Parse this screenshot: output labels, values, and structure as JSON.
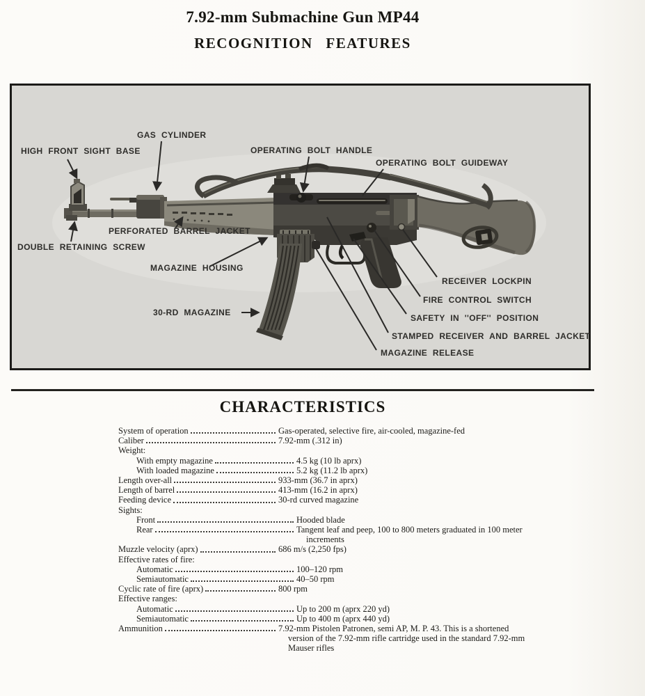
{
  "page": {
    "title": "7.92-mm Submachine Gun MP44",
    "subtitle": "RECOGNITION FEATURES"
  },
  "diagram": {
    "labels": [
      {
        "text": "HIGH FRONT SIGHT BASE"
      },
      {
        "text": "GAS CYLINDER"
      },
      {
        "text": "OPERATING BOLT HANDLE"
      },
      {
        "text": "OPERATING BOLT GUIDEWAY"
      },
      {
        "text": "PERFORATED BARREL JACKET"
      },
      {
        "text": "DOUBLE RETAINING SCREW"
      },
      {
        "text": "MAGAZINE HOUSING"
      },
      {
        "text": "30-RD MAGAZINE"
      },
      {
        "text": "RECEIVER LOCKPIN"
      },
      {
        "text": "FIRE CONTROL SWITCH"
      },
      {
        "text": "SAFETY IN ''OFF'' POSITION"
      },
      {
        "text": "STAMPED RECEIVER AND BARREL JACKET"
      },
      {
        "text": "MAGAZINE RELEASE"
      }
    ]
  },
  "characteristics": {
    "heading": "CHARACTERISTICS",
    "rows": [
      {
        "label": "System of operation",
        "value": "Gas-operated, selective fire, air-cooled, magazine-fed",
        "indent": 0,
        "header": false
      },
      {
        "label": "Caliber",
        "value": "7.92-mm (.312 in)",
        "indent": 0,
        "header": false
      },
      {
        "label": "Weight:",
        "value": "",
        "indent": 0,
        "header": true
      },
      {
        "label": "With empty magazine",
        "value": "4.5 kg (10 lb aprx)",
        "indent": 1,
        "header": false
      },
      {
        "label": "With loaded magazine",
        "value": "5.2 kg (11.2 lb aprx)",
        "indent": 1,
        "header": false
      },
      {
        "label": "Length over-all",
        "value": "933-mm (36.7 in aprx)",
        "indent": 0,
        "header": false
      },
      {
        "label": "Length of barrel",
        "value": "413-mm (16.2 in aprx)",
        "indent": 0,
        "header": false
      },
      {
        "label": "Feeding device",
        "value": "30-rd curved magazine",
        "indent": 0,
        "header": false
      },
      {
        "label": "Sights:",
        "value": "",
        "indent": 0,
        "header": true
      },
      {
        "label": "Front",
        "value": "Hooded blade",
        "indent": 1,
        "header": false
      },
      {
        "label": "Rear",
        "value": "Tangent leaf and peep, 100 to 800 meters graduated in 100 meter increments",
        "indent": 1,
        "header": false
      },
      {
        "label": "Muzzle velocity (aprx)",
        "value": "686 m/s (2,250 fps)",
        "indent": 0,
        "header": false
      },
      {
        "label": "Effective rates of fire:",
        "value": "",
        "indent": 0,
        "header": true
      },
      {
        "label": "Automatic",
        "value": "100–120 rpm",
        "indent": 1,
        "header": false
      },
      {
        "label": "Semiautomatic",
        "value": "40–50 rpm",
        "indent": 1,
        "header": false
      },
      {
        "label": "Cyclic rate of fire (aprx)",
        "value": "800 rpm",
        "indent": 0,
        "header": false
      },
      {
        "label": "Effective ranges:",
        "value": "",
        "indent": 0,
        "header": true
      },
      {
        "label": "Automatic",
        "value": "Up to 200 m (aprx 220 yd)",
        "indent": 1,
        "header": false
      },
      {
        "label": "Semiautomatic",
        "value": "Up to 400 m (aprx 440 yd)",
        "indent": 1,
        "header": false
      },
      {
        "label": "Ammunition",
        "value": "7.92-mm Pistolen Patronen, semi AP, M. P. 43.  This is a shortened version of the 7.92-mm rifle cartridge used in the standard 7.92-mm Mauser rifles",
        "indent": 0,
        "header": false
      }
    ]
  }
}
